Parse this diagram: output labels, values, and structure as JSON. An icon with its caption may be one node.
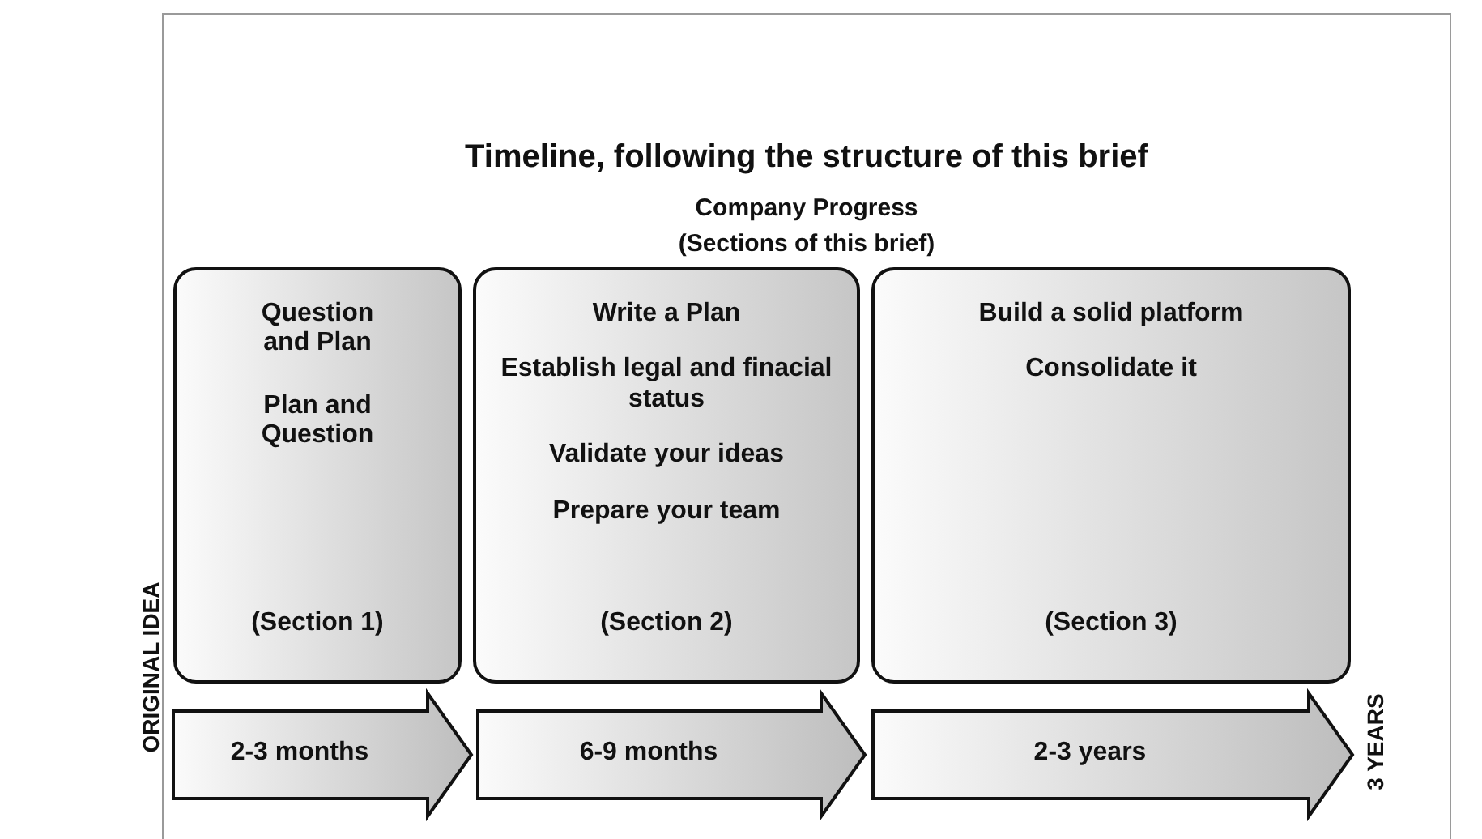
{
  "diagram": {
    "title": "Timeline, following the structure of this brief",
    "nodes": [
      {
        "text": [
          "Question and Plan",
          "Plan and Question",
          "(Section 1)"
        ]
      },
      {
        "text": [
          "Write a Plan",
          "Establish legal and finacial status",
          "Validate your ideas",
          "Prepare your team",
          "(Section 2)"
        ]
      },
      {
        "text": [
          "Build a solid platform",
          "Consolidate it",
          "(Section 3)"
        ]
      },
      {
        "text": [
          "2-3 months"
        ]
      },
      {
        "text": [
          "6-9 months"
        ]
      },
      {
        "text": [
          "2-3 years"
        ]
      }
    ],
    "labels": [
      "Company Progress",
      "(Sections of this brief)",
      "ORIGINAL IDEA",
      "3 YEARS"
    ]
  }
}
